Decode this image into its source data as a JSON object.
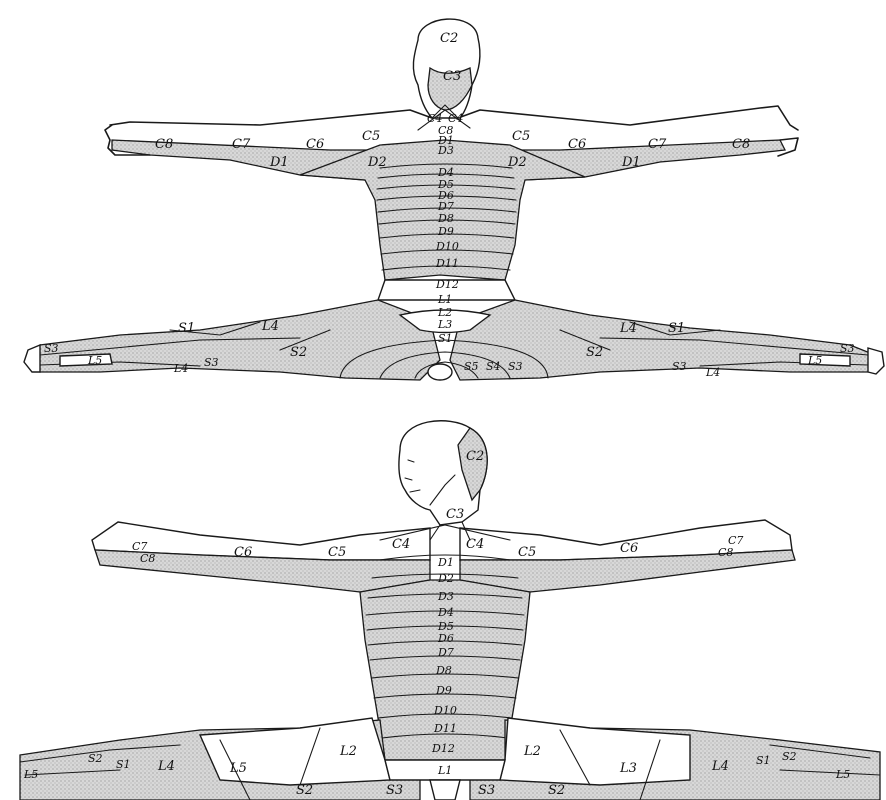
{
  "top_figure": {
    "labels": {
      "head_top": "C2",
      "neck": "C3",
      "c4_left": "C4",
      "c4_right": "C4",
      "c5_left": "C5",
      "c5_right": "C5",
      "c6_left": "C6",
      "c6_right": "C6",
      "c7_left": "C7",
      "c7_right": "C7",
      "c8_left": "C8",
      "c8_right": "C8",
      "d1_left": "D1",
      "d1_right": "D1",
      "d2_left": "D2",
      "d2_right": "D2",
      "spine": [
        "C8",
        "D1",
        "D3",
        "D4",
        "D5",
        "D6",
        "D7",
        "D8",
        "D9",
        "D10",
        "D11",
        "D12",
        "L1",
        "L2",
        "L3",
        "S1"
      ],
      "s1_left": "S1",
      "s1_right": "S1",
      "l4_left_thigh": "L4",
      "l4_right_thigh": "L4",
      "s2_left": "S2",
      "s2_right": "S2",
      "s3_left_foot": "S3",
      "s3_right_foot": "S3",
      "l5_left": "L5",
      "l5_right": "L5",
      "l4_left_foot": "L4",
      "l4_right_foot": "L4",
      "s3_left_leg": "S3",
      "s3_right_leg": "S3",
      "sacral": [
        "S5",
        "S4",
        "S3"
      ]
    }
  },
  "bottom_figure": {
    "labels": {
      "head": "C2",
      "neck": "C3",
      "c4_left": "C4",
      "c4_right": "C4",
      "c5_left": "C5",
      "c5_right": "C5",
      "c6_left": "C6",
      "c6_right": "C6",
      "c7_left": "C7",
      "c7_right": "C7",
      "c8_left": "C8",
      "c8_right": "C8",
      "spine": [
        "D1",
        "D2",
        "D3",
        "D4",
        "D5",
        "D6",
        "D7",
        "D8",
        "D9",
        "D10",
        "D11",
        "D12",
        "L1"
      ],
      "l2_left": "L2",
      "l2_right": "L2",
      "l5_left": "L5",
      "l3_right": "L3",
      "l4_left": "L4",
      "l4_right": "L4",
      "s1_left": "S1",
      "s1_right": "S1",
      "s2_left_foot": "S2",
      "s2_right_foot": "S2",
      "s2_left": "S2",
      "s2_right": "S2",
      "s3_left": "S3",
      "s3_right": "S3",
      "l5_left_foot": "L5",
      "l5_right_foot": "L5"
    }
  }
}
